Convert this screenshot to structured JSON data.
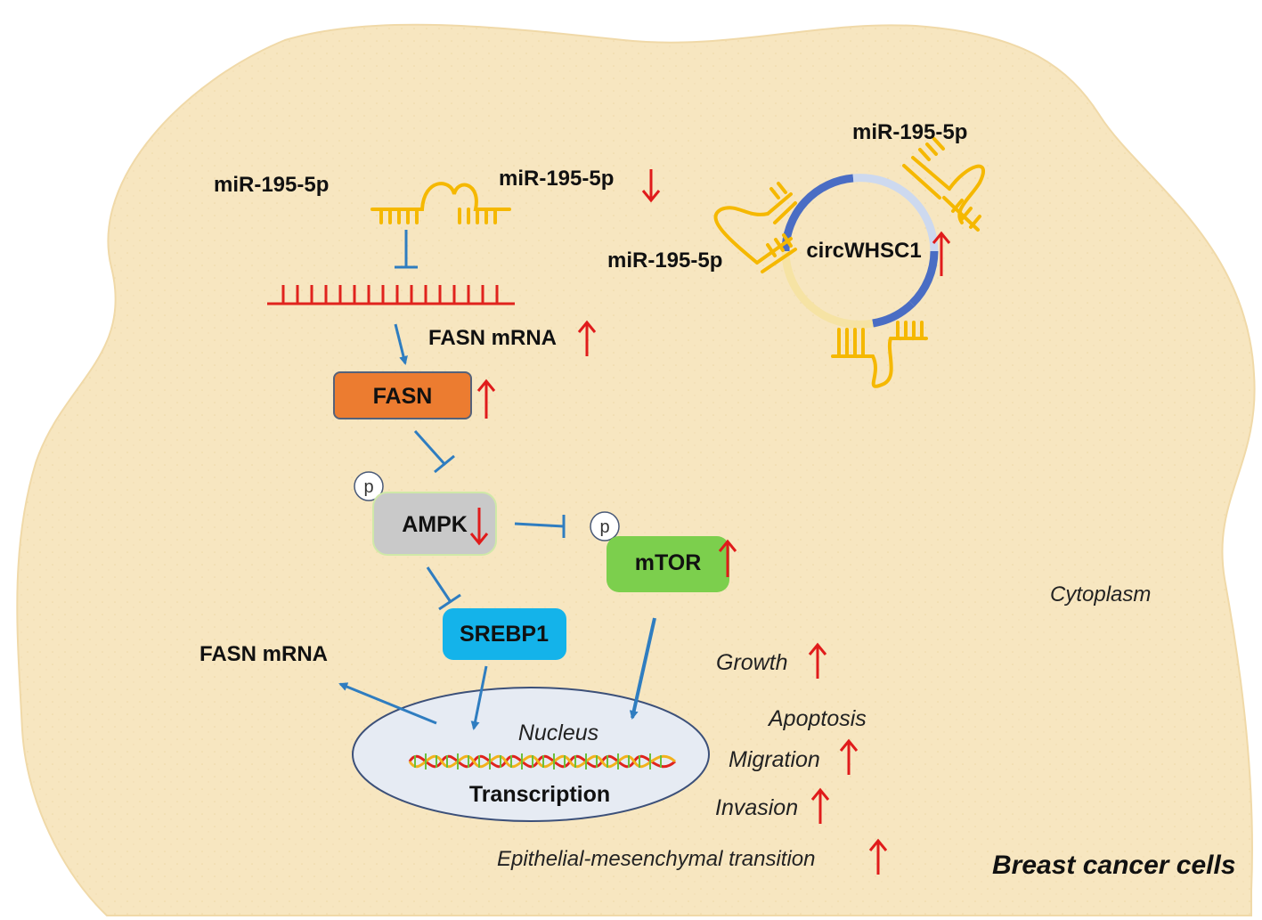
{
  "colors": {
    "cell_fill": "#f7e6c0",
    "inhibit_blue": "#2f7dc0",
    "arrow_red": "#e01b1b",
    "mrna_red": "#e0231d",
    "mirna_gold": "#f5b800",
    "fasn_box": "#ec7c30",
    "ampk_box": "#c9c9c9",
    "mtor_box": "#7ccf4d",
    "srebp1_box": "#14b3ea",
    "nucleus_fill": "#e6ebf3",
    "circ_dark": "#4a6dc4",
    "circ_light": "#cdd9ef",
    "circ_yellow": "#f6e3a4"
  },
  "labels": {
    "mir_left": "miR-195-5p",
    "mir_down": "miR-195-5p",
    "mir_top_right": "miR-195-5p",
    "mir_circ_left": "miR-195-5p",
    "circ": "circWHSC1",
    "fasn_mrna_top": "FASN mRNA",
    "fasn_mrna_bottom": "FASN mRNA",
    "fasn": "FASN",
    "ampk": "AMPK",
    "mtor": "mTOR",
    "srebp1": "SREBP1",
    "p": "p",
    "nucleus": "Nucleus",
    "transcription": "Transcription",
    "cytoplasm": "Cytoplasm",
    "cell_type": "Breast cancer cells"
  },
  "outcomes": {
    "growth": "Growth",
    "apoptosis": "Apoptosis",
    "migration": "Migration",
    "invasion": "Invasion",
    "emt": "Epithelial-mesenchymal transition"
  },
  "icons": [
    "up-arrow-icon",
    "down-arrow-icon",
    "inhibition-icon",
    "mirna-icon",
    "dna-helix-icon"
  ]
}
